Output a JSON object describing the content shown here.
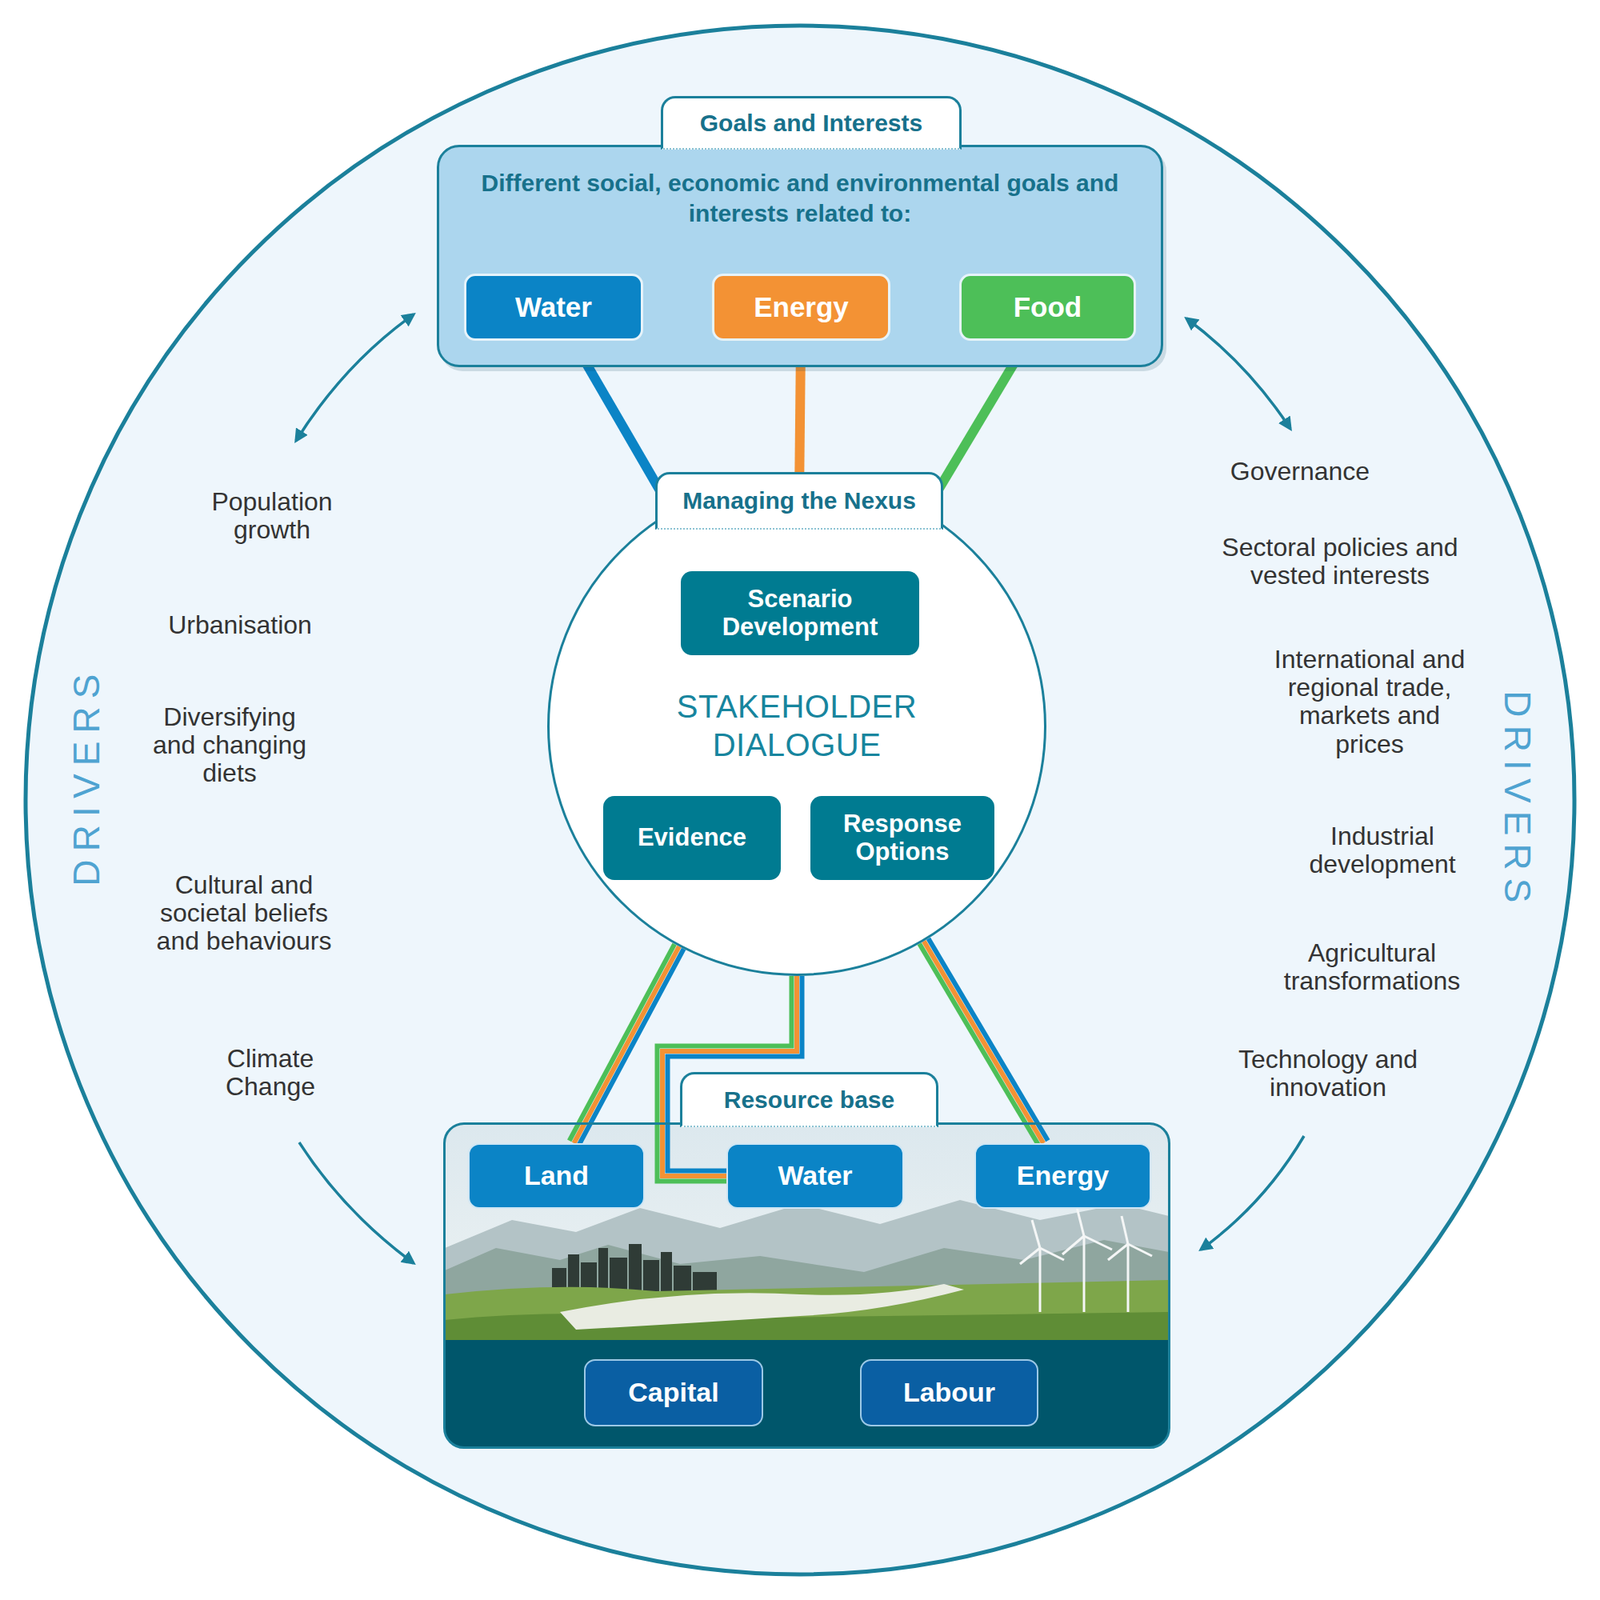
{
  "diagram": {
    "nodes": [
      {
        "text": [
          "Goals and Interests",
          "Different social, economic and environmental goals and interests related to:"
        ]
      },
      {
        "text": [
          "Water"
        ],
        "in": 0
      },
      {
        "text": [
          "Energy"
        ],
        "in": 0
      },
      {
        "text": [
          "Food"
        ],
        "in": 0
      },
      {
        "text": [
          "Managing the Nexus",
          "STAKEHOLDER DIALOGUE"
        ]
      },
      {
        "text": [
          "Scenario Development"
        ],
        "in": 4
      },
      {
        "text": [
          "Evidence"
        ],
        "in": 4
      },
      {
        "text": [
          "Response Options"
        ],
        "in": 4
      },
      {
        "text": [
          "Resource base"
        ]
      },
      {
        "text": [
          "Land"
        ],
        "in": 8
      },
      {
        "text": [
          "Water"
        ],
        "in": 8
      },
      {
        "text": [
          "Energy"
        ],
        "in": 8
      },
      {
        "text": [
          "Capital"
        ],
        "in": 8
      },
      {
        "text": [
          "Labour"
        ],
        "in": 8
      }
    ],
    "edges": [
      {
        "from": 1,
        "to": 4,
        "arrow": "none"
      },
      {
        "from": 2,
        "to": 4,
        "arrow": "none"
      },
      {
        "from": 3,
        "to": 4,
        "arrow": "none"
      },
      {
        "from": 4,
        "to": 9,
        "arrow": "none"
      },
      {
        "from": 4,
        "to": 10,
        "arrow": "none"
      },
      {
        "from": 4,
        "to": 11,
        "arrow": "none"
      }
    ],
    "labels": [
      "DRIVERS",
      "Population growth",
      "Urbanisation",
      "Diversifying and changing diets",
      "Cultural and societal beliefs and behaviours",
      "Climate Change",
      "Governance",
      "Sectoral policies and vested interests",
      "International and regional trade, markets and prices",
      "Industrial development",
      "Agricultural transformations",
      "Technology and innovation",
      "DRIVERS"
    ]
  }
}
